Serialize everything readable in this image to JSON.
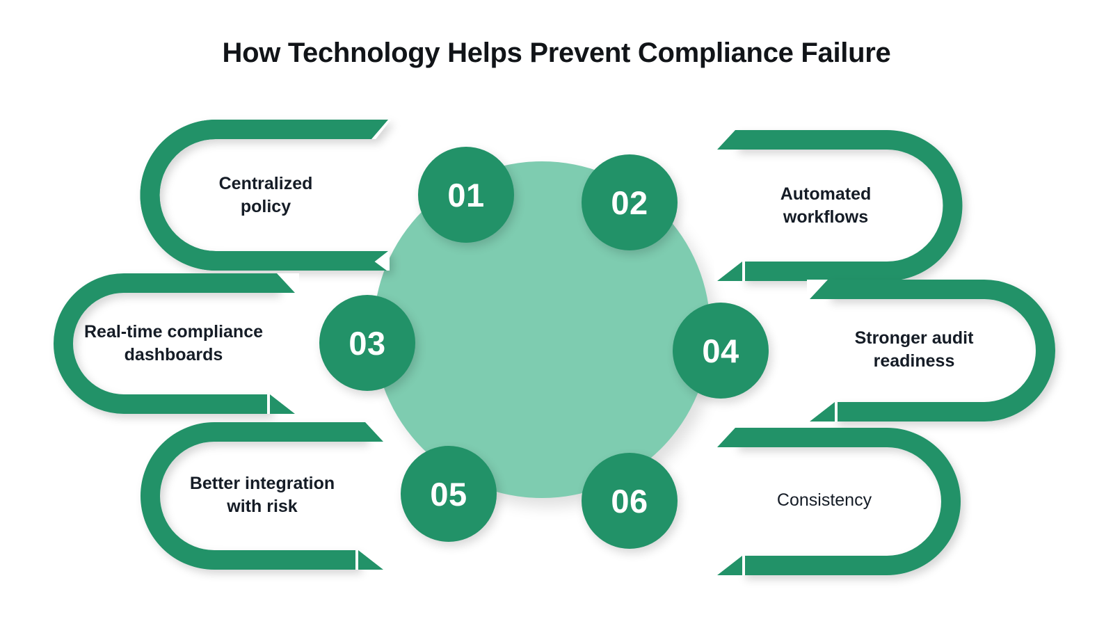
{
  "header": {
    "title": "How Technology Helps Prevent Compliance Failure"
  },
  "colors": {
    "accent_dark_green": "#229268",
    "accent_light_green": "#7ECCB0",
    "text_dark": "#151C26",
    "background": "#FFFFFF"
  },
  "center": {
    "label": "central-hub-circle"
  },
  "items": [
    {
      "number": "01",
      "label": "Centralized\npolicy",
      "side": "left"
    },
    {
      "number": "02",
      "label": "Automated\nworkflows",
      "side": "right"
    },
    {
      "number": "03",
      "label": "Real-time compliance\ndashboards",
      "side": "left"
    },
    {
      "number": "04",
      "label": "Stronger audit\nreadiness",
      "side": "right"
    },
    {
      "number": "05",
      "label": "Better integration\nwith risk",
      "side": "left"
    },
    {
      "number": "06",
      "label": "Consistency",
      "side": "right"
    }
  ],
  "chart_data": {
    "type": "diagram",
    "title": "How Technology Helps Prevent Compliance Failure",
    "layout": "radial hub with six numbered pill callouts",
    "categories": [
      "01",
      "02",
      "03",
      "04",
      "05",
      "06"
    ],
    "values": [
      "Centralized policy",
      "Automated workflows",
      "Real-time compliance dashboards",
      "Stronger audit readiness",
      "Better integration with risk",
      "Consistency"
    ]
  }
}
